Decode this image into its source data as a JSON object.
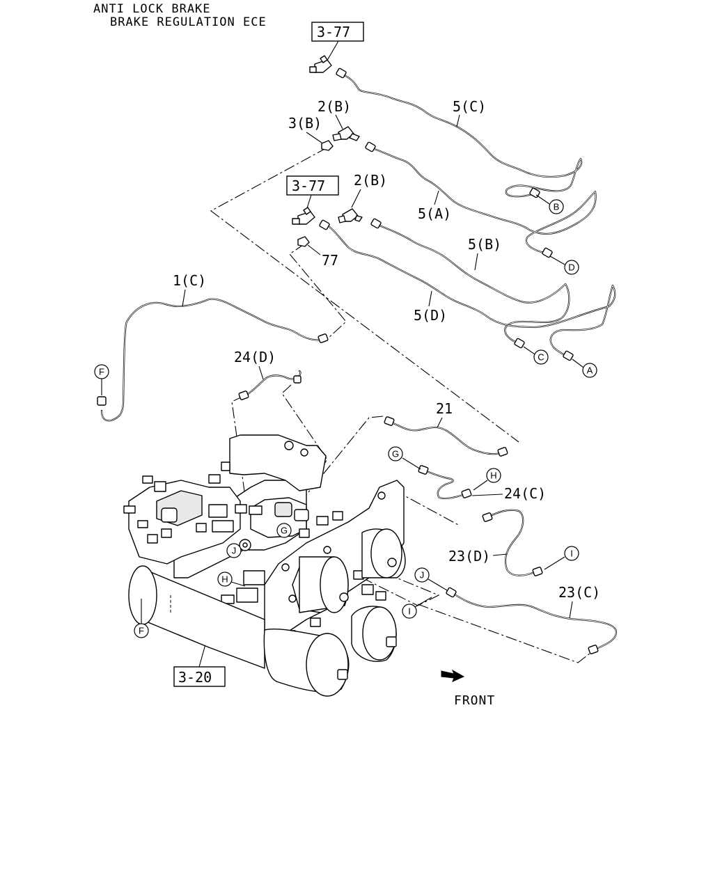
{
  "title": {
    "line1": "ANTI LOCK BRAKE",
    "line2": "BRAKE REGULATION ECE"
  },
  "refs": [
    "3-77",
    "3-77",
    "3-20"
  ],
  "labels": {
    "p5c": "5(C)",
    "p2b_top": "2(B)",
    "p3b": "3(B)",
    "p2b_mid": "2(B)",
    "p5a": "5(A)",
    "p5b": "5(B)",
    "p77": "77",
    "p5d": "5(D)",
    "p1c": "1(C)",
    "p24d": "24(D)",
    "p21": "21",
    "p24c": "24(C)",
    "p23d": "23(D)",
    "p23c": "23(C)"
  },
  "connectors": {
    "a": "A",
    "b": "B",
    "c": "C",
    "d": "D",
    "f1": "F",
    "f2": "F",
    "g1": "G",
    "g2": "G",
    "h1": "H",
    "h2": "H",
    "i1": "I",
    "i2": "I",
    "j1": "J",
    "j2": "J"
  },
  "front_label": "FRONT"
}
